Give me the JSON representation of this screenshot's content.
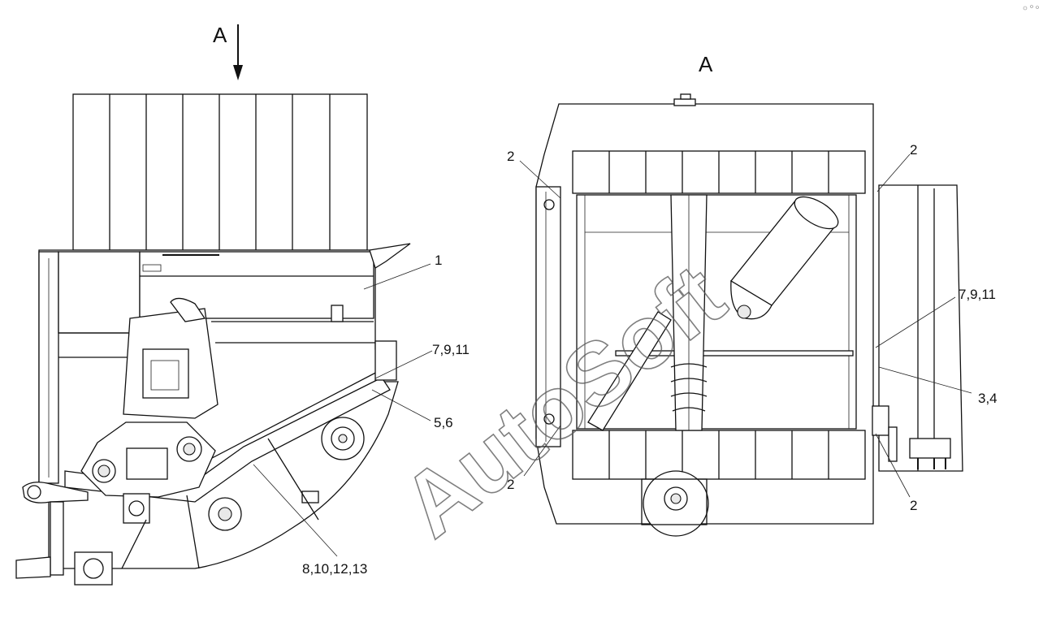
{
  "view_marker": "A",
  "view_title": "A",
  "watermark": "AutoSoft",
  "left_callouts": {
    "c1": "1",
    "c7_9_11": "7,9,11",
    "c5_6": "5,6",
    "c8_10_12_13": "8,10,12,13"
  },
  "right_callouts": {
    "c2_top_left": "2",
    "c2_top_right": "2",
    "c2_bottom_left": "2",
    "c2_bottom_right": "2",
    "c7_9_11": "7,9,11",
    "c3_4": "3,4"
  }
}
